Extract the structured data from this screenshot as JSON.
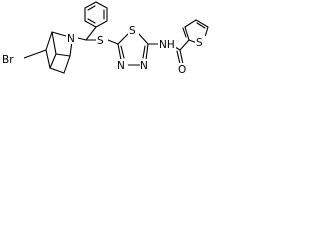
{
  "atoms": {
    "bromine": "Br",
    "azabicycle_nitrogen": "N",
    "thioether_sulfur": "S",
    "thiadiazole_sulfur": "S",
    "thiadiazole_nitrogen_left": "N",
    "thiadiazole_nitrogen_right": "N",
    "amide_nh": "NH",
    "carbonyl_oxygen": "O",
    "thiophene_sulfur": "S"
  }
}
